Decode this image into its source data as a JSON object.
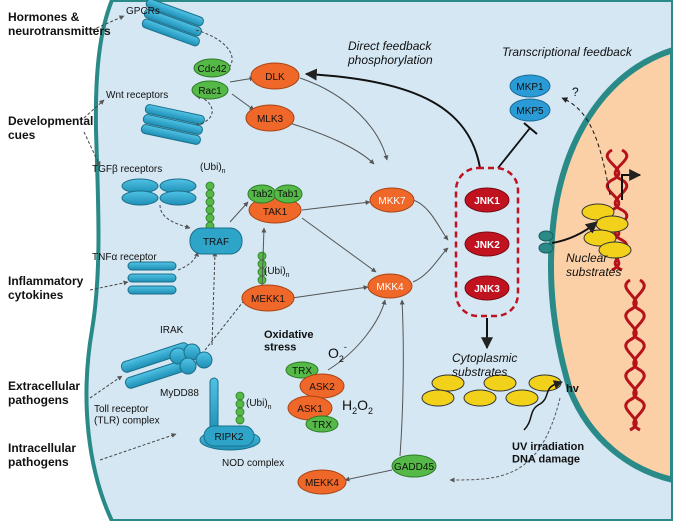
{
  "colors": {
    "cell_fill": "#d4e7f3",
    "membrane": "#2a8a88",
    "nucleus_fill": "#fcd0a6",
    "receptor": "#2da4c8",
    "orange_node": "#f0672a",
    "green_node": "#55b947",
    "red_node": "#c1121f",
    "blue_node": "#2a9bd7",
    "yellow_node": "#f2d11a",
    "dna": "#b5121b"
  },
  "stimuli": {
    "hormones": "Hormones &\nneurotransmitters",
    "developmental": "Developmental\ncues",
    "inflammatory": "Inflammatory\ncytokines",
    "extracellular": "Extracellular\npathogens",
    "intracellular": "Intracellular\npathogens"
  },
  "receptors": {
    "gpcrs": "GPCRs",
    "wnt": "Wnt receptors",
    "tgfb": "TGFβ receptors",
    "tnfa": "TNFα receptor",
    "irak": "IRAK",
    "myd88": "MyDD88",
    "tlr": "Toll receptor\n(TLR) complex",
    "nod": "NOD complex"
  },
  "nodes": {
    "cdc42": "Cdc42",
    "rac1": "Rac1",
    "dlk": "DLK",
    "mlk3": "MLK3",
    "traf": "TRAF",
    "tab2": "Tab2",
    "tab1": "Tab1",
    "tak1": "TAK1",
    "mekk1": "MEKK1",
    "ripk2": "RIPK2",
    "trx_top": "TRX",
    "ask2": "ASK2",
    "ask1": "ASK1",
    "trx_bottom": "TRX",
    "mkk7": "MKK7",
    "mkk4": "MKK4",
    "jnk1": "JNK1",
    "jnk2": "JNK2",
    "jnk3": "JNK3",
    "mkp1": "MKP1",
    "mkp5": "MKP5",
    "mekk4": "MEKK4",
    "gadd45": "GADD45"
  },
  "ubiquitin": {
    "label": "(Ubi)",
    "subscript": "n"
  },
  "annotations": {
    "direct_feedback": "Direct feedback\nphosphorylation",
    "transcriptional_feedback": "Transcriptional feedback",
    "question": "?",
    "oxidative_stress": "Oxidative\nstress",
    "o2": "O",
    "o2_sub": "2",
    "o2_sup": "-",
    "h2o2_h": "H",
    "h2o2_sub1": "2",
    "h2o2_o": "O",
    "h2o2_sub2": "2",
    "nuclear_substrates": "Nuclear\nsubstrates",
    "cytoplasmic_substrates": "Cytoplasmic\nsubstrates",
    "hv": "hv",
    "uv": "UV irradiation\nDNA damage"
  }
}
